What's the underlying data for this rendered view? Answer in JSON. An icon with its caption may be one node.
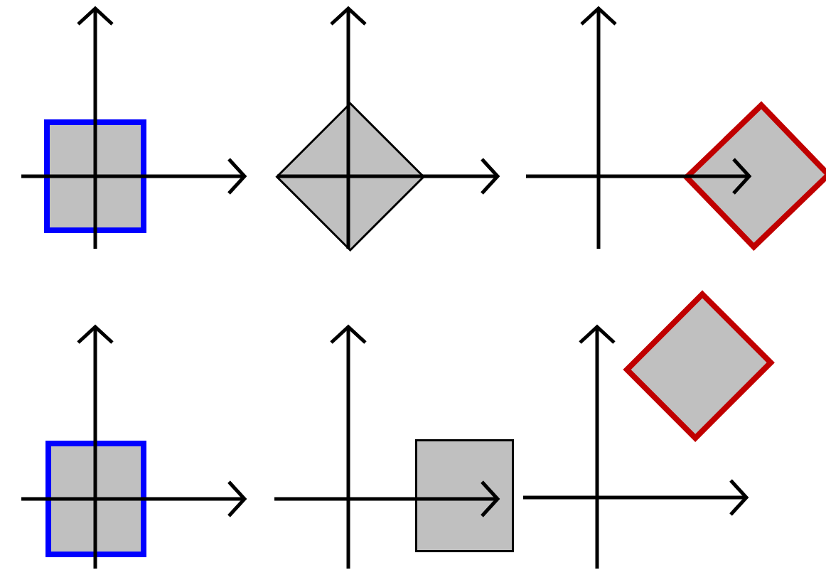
{
  "diagram": {
    "nodes": [
      {
        "text": [],
        "shape": "box"
      },
      {
        "text": [],
        "shape": "diamond"
      },
      {
        "text": [],
        "shape": "diamond"
      },
      {
        "text": [],
        "shape": "box"
      },
      {
        "text": [],
        "shape": "box"
      },
      {
        "text": [],
        "shape": "diamond"
      }
    ]
  }
}
